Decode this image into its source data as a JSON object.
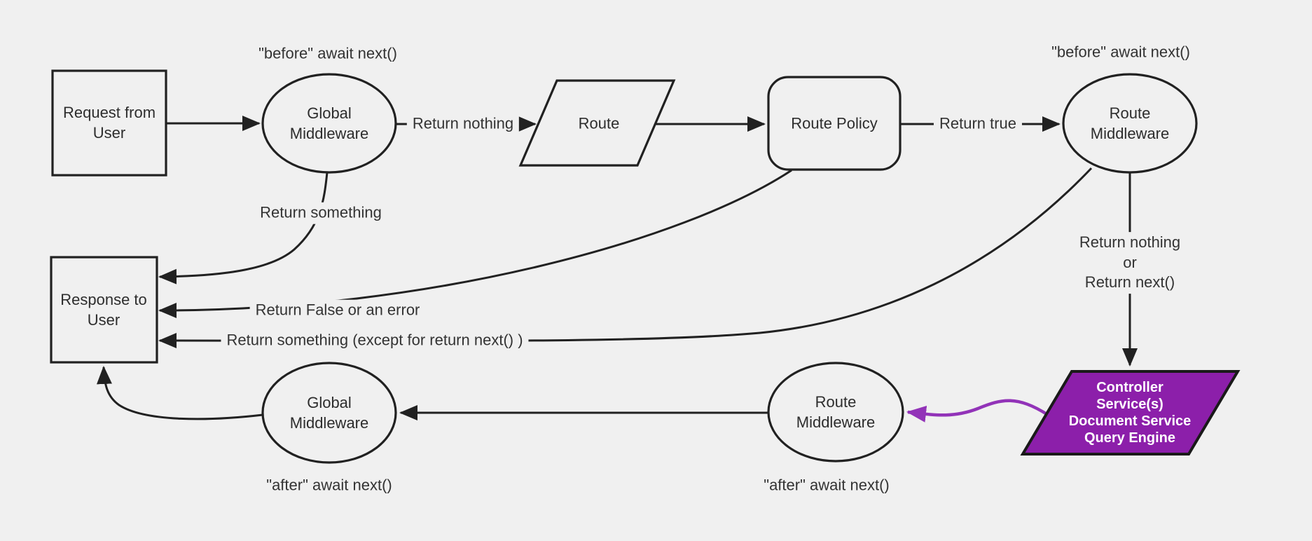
{
  "diagram": {
    "title_hint": "request lifecycle flowchart",
    "colors": {
      "background": "#f0f0f0",
      "line": "#212121",
      "text": "#2d2d2d",
      "controller_fill": "#8c1faa",
      "controller_text": "#ffffff",
      "purple_arrow": "#9233b8"
    },
    "nodes": {
      "request": {
        "label": "Request from\nUser",
        "shape": "rectangle"
      },
      "global_middleware_top": {
        "label": "Global\nMiddleware",
        "shape": "ellipse"
      },
      "route": {
        "label": "Route",
        "shape": "parallelogram"
      },
      "route_policy": {
        "label": "Route Policy",
        "shape": "rounded-rectangle"
      },
      "route_middleware_top": {
        "label": "Route\nMiddleware",
        "shape": "ellipse"
      },
      "response": {
        "label": "Response to\nUser",
        "shape": "rectangle"
      },
      "global_middleware_bottom": {
        "label": "Global\nMiddleware",
        "shape": "ellipse"
      },
      "route_middleware_bottom": {
        "label": "Route\nMiddleware",
        "shape": "ellipse"
      },
      "controller": {
        "label": "Controller\nService(s)\nDocument Service\nQuery Engine",
        "shape": "parallelogram"
      }
    },
    "annotations": {
      "before_await_left": "\"before\" await next()",
      "before_await_right": "\"before\" await next()",
      "after_await_left": "\"after\" await next()",
      "after_await_right": "\"after\" await next()"
    },
    "edges": [
      {
        "from": "request",
        "to": "global_middleware_top",
        "label": ""
      },
      {
        "from": "global_middleware_top",
        "to": "route",
        "label": "Return nothing"
      },
      {
        "from": "route",
        "to": "route_policy",
        "label": ""
      },
      {
        "from": "route_policy",
        "to": "route_middleware_top",
        "label": "Return true"
      },
      {
        "from": "global_middleware_top",
        "to": "response",
        "label": "Return something"
      },
      {
        "from": "route_policy",
        "to": "response",
        "label": "Return False or an error"
      },
      {
        "from": "route_middleware_top",
        "to": "response",
        "label": "Return something (except for return next() )"
      },
      {
        "from": "route_middleware_top",
        "to": "controller",
        "label": "Return nothing\nor\nReturn next()"
      },
      {
        "from": "controller",
        "to": "route_middleware_bottom",
        "label": ""
      },
      {
        "from": "route_middleware_bottom",
        "to": "global_middleware_bottom",
        "label": ""
      },
      {
        "from": "global_middleware_bottom",
        "to": "response",
        "label": ""
      }
    ]
  }
}
